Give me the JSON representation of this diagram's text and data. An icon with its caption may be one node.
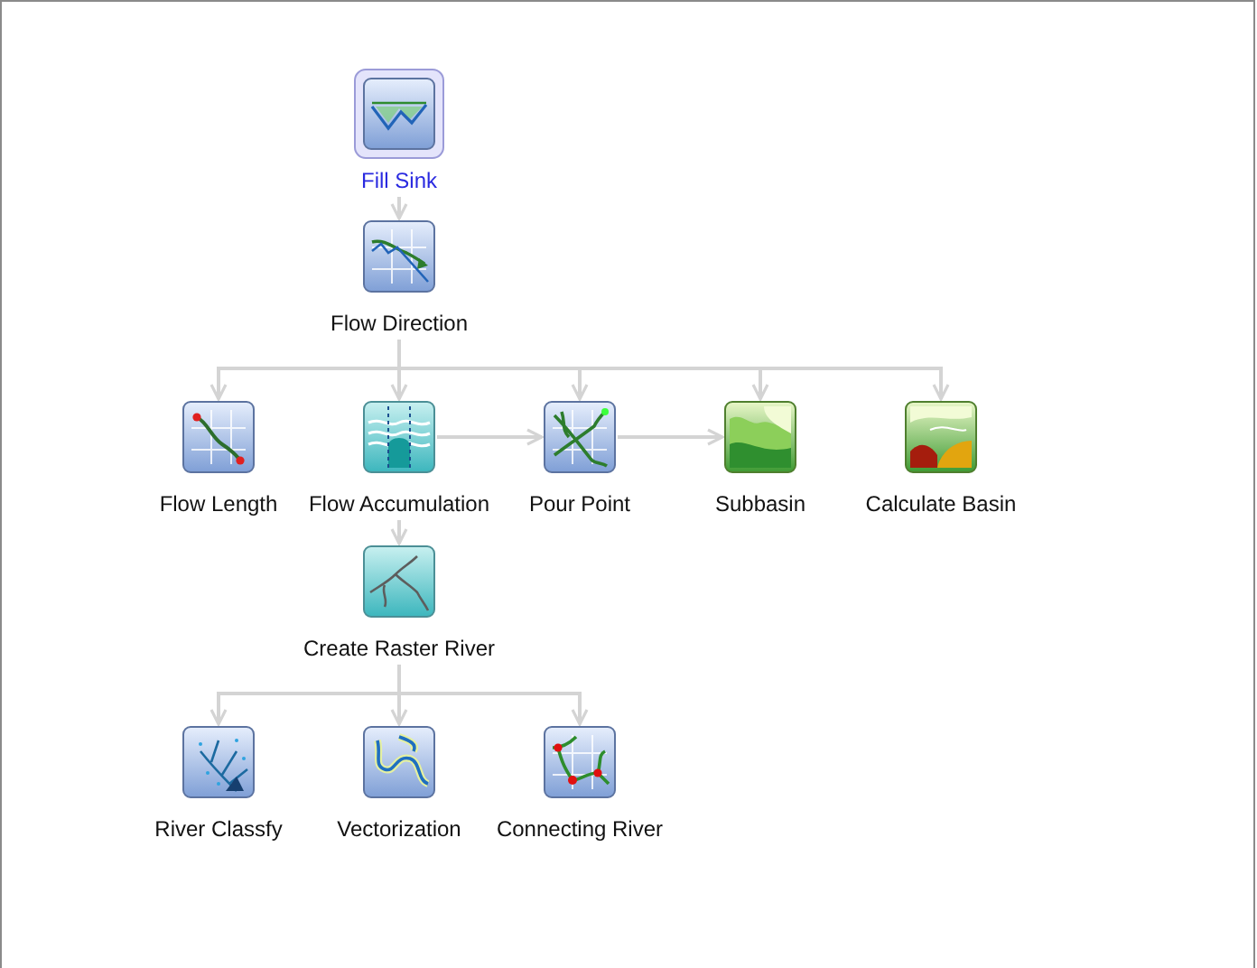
{
  "diagram": {
    "nodes": [
      {
        "text": [
          "Fill Sink"
        ]
      },
      {
        "text": [
          "Flow Direction"
        ]
      },
      {
        "text": [
          "Flow Length"
        ]
      },
      {
        "text": [
          "Flow Accumulation"
        ]
      },
      {
        "text": [
          "Pour Point"
        ]
      },
      {
        "text": [
          "Subbasin"
        ]
      },
      {
        "text": [
          "Calculate Basin"
        ]
      },
      {
        "text": [
          "Create Raster River"
        ]
      },
      {
        "text": [
          "River Classfy"
        ]
      },
      {
        "text": [
          "Vectorization"
        ]
      },
      {
        "text": [
          "Connecting River"
        ]
      }
    ],
    "edges": [
      {
        "from": 0,
        "to": 1,
        "arrow": "to"
      },
      {
        "from": 1,
        "to": 2,
        "arrow": "to"
      },
      {
        "from": 1,
        "to": 3,
        "arrow": "to"
      },
      {
        "from": 1,
        "to": 4,
        "arrow": "to"
      },
      {
        "from": 1,
        "to": 5,
        "arrow": "to"
      },
      {
        "from": 1,
        "to": 6,
        "arrow": "to"
      },
      {
        "from": 3,
        "to": 4,
        "arrow": "to"
      },
      {
        "from": 4,
        "to": 5,
        "arrow": "to"
      },
      {
        "from": 3,
        "to": 7,
        "arrow": "to"
      },
      {
        "from": 7,
        "to": 8,
        "arrow": "to"
      },
      {
        "from": 7,
        "to": 9,
        "arrow": "to"
      },
      {
        "from": 7,
        "to": 10,
        "arrow": "to"
      }
    ]
  }
}
